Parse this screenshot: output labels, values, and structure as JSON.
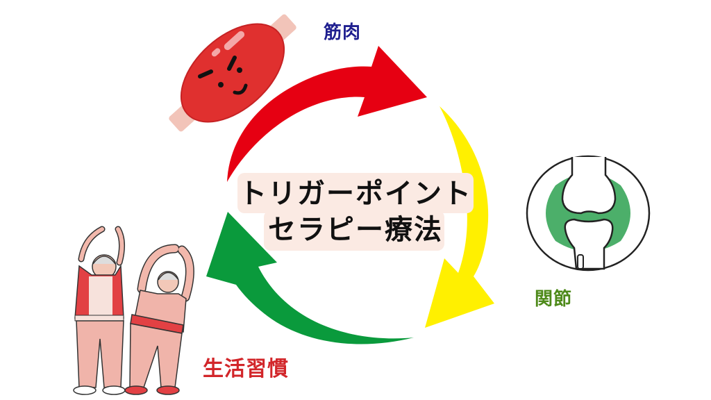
{
  "diagram": {
    "title_line1": "トリガーポイント",
    "title_line2": "セラピー療法",
    "nodes": [
      {
        "id": "muscle",
        "label": "筋肉",
        "color": "#1f1f8f",
        "icon": "muscle-character-icon"
      },
      {
        "id": "joint",
        "label": "関節",
        "color": "#4e8a1a",
        "icon": "knee-joint-icon"
      },
      {
        "id": "lifestyle",
        "label": "生活習慣",
        "color": "#d2262a",
        "icon": "elderly-stretching-icon"
      }
    ],
    "arrows": [
      {
        "from": "lifestyle",
        "to": "muscle",
        "color": "#e60012"
      },
      {
        "from": "muscle",
        "to": "joint",
        "color": "#fff000"
      },
      {
        "from": "joint",
        "to": "lifestyle",
        "color": "#0a9a3c"
      }
    ],
    "center_box_color": "#fbeae3"
  }
}
